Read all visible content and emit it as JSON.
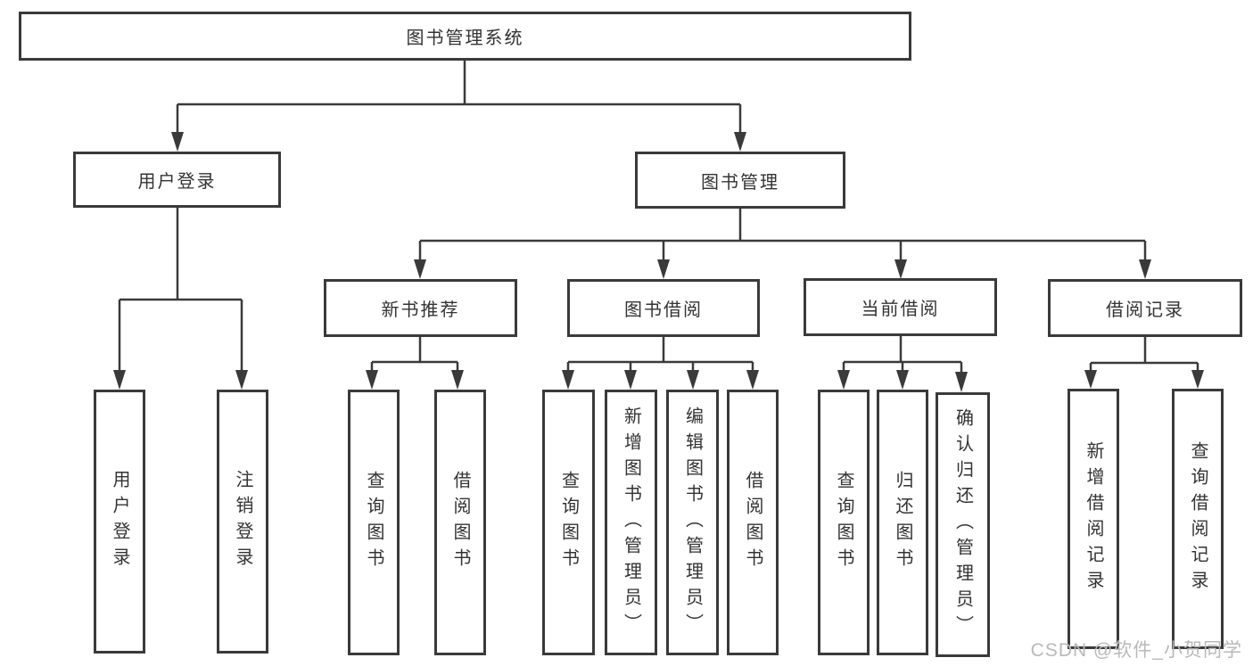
{
  "colors": {
    "line": "#3a3a3a",
    "box_border": "#3a3a3a",
    "text": "#333333",
    "watermark": "#b9b9b9",
    "background": "#ffffff"
  },
  "watermark": {
    "text": "CSDN @软件_小贺同学"
  },
  "tree": {
    "label": "图书管理系统",
    "children": [
      {
        "label": "用户登录",
        "children": [
          {
            "label": "用户登录"
          },
          {
            "label": "注销登录"
          }
        ]
      },
      {
        "label": "图书管理",
        "children": [
          {
            "label": "新书推荐",
            "children": [
              {
                "label": "查询图书"
              },
              {
                "label": "借阅图书"
              }
            ]
          },
          {
            "label": "图书借阅",
            "children": [
              {
                "label": "查询图书"
              },
              {
                "label": "新增图书（管理员）"
              },
              {
                "label": "编辑图书（管理员）"
              },
              {
                "label": "借阅图书"
              }
            ]
          },
          {
            "label": "当前借阅",
            "children": [
              {
                "label": "查询图书"
              },
              {
                "label": "归还图书"
              },
              {
                "label": "确认归还（管理员）"
              }
            ]
          },
          {
            "label": "借阅记录",
            "children": [
              {
                "label": "新增借阅记录"
              },
              {
                "label": "查询借阅记录"
              }
            ]
          }
        ]
      }
    ]
  }
}
